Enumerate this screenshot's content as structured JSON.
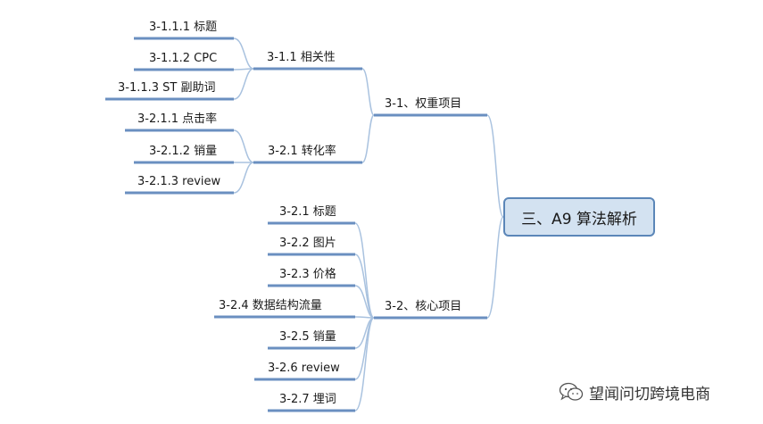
{
  "root": {
    "label": "三、A9 算法解析"
  },
  "branches": [
    {
      "label": "3-1、权重项目",
      "children": [
        {
          "label": "3-1.1 相关性",
          "children": [
            "3-1.1.1 标题",
            "3-1.1.2 CPC",
            "3-1.1.3 ST 副助词"
          ]
        },
        {
          "label": "3-2.1 转化率",
          "children": [
            "3-2.1.1 点击率",
            "3-2.1.2 销量",
            "3-2.1.3 review"
          ]
        }
      ]
    },
    {
      "label": "3-2、核心项目",
      "children": [
        {
          "label": "3-2.1 标题"
        },
        {
          "label": "3-2.2 图片"
        },
        {
          "label": "3-2.3 价格"
        },
        {
          "label": "3-2.4 数据结构流量"
        },
        {
          "label": "3-2.5 销量"
        },
        {
          "label": "3-2.6 review"
        },
        {
          "label": "3-2.7 埋词"
        }
      ]
    }
  ],
  "watermark": {
    "text": "望闻问切跨境电商",
    "icon": "wechat-icon"
  },
  "colors": {
    "line": "#6a8fc0",
    "connector": "#a9c2df",
    "root_fill": "#d3e2f1",
    "root_border": "#5b86b8"
  }
}
